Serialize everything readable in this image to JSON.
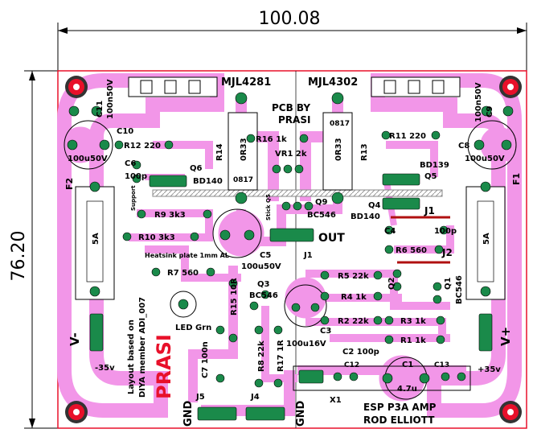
{
  "board": {
    "width_label": "100.08",
    "height_label": "76.20",
    "title": "PCB BY\nPRASI",
    "footer_line1": "ESP P3A AMP",
    "footer_line2": "ROD ELLIOTT",
    "credit_line1": "Layout based on",
    "credit_line2": "DIYA member ADI_007",
    "logo": "PRASI",
    "heatsink_note": "Heatsink plate 1mm AL",
    "support_note": "Support",
    "stick_note": "Stick Q5"
  },
  "labels": {
    "mjl4281": "MJL4281",
    "mjl4302": "MJL4302",
    "c11": "C11",
    "c11_val": "100n50V",
    "c9": "C9",
    "c9_val": "100n50V",
    "c10": "C10",
    "c10_val": "100u50V",
    "c8": "C8",
    "c8_val": "100u50V",
    "r12": "R12 220",
    "r11": "R11 220",
    "c6": "C6",
    "c6_val": "100p",
    "q6": "Q6",
    "q6_val": "BD140",
    "r14": "R14",
    "r14_val": "0R33",
    "r13": "R13",
    "r13_val": "0R33",
    "r16": "R16 1k",
    "vr1": "VR1 2k",
    "q5": "Q5",
    "q5_val": "BD139",
    "q9": "Q9",
    "q9_val": "BC546",
    "q4": "Q4",
    "q4_val": "BD140",
    "j1": "J1",
    "j2": "J2",
    "c4": "C4",
    "c4_val": "100p",
    "r9": "R9 3k3",
    "r10": "R10 3k3",
    "out": "OUT",
    "j1b": "J1",
    "r6": "R6 560",
    "c5": "C5",
    "c5_val": "100u50V",
    "r7": "R7 560",
    "r5": "R5 22k",
    "r4": "R4 1k",
    "q3": "Q3",
    "q3_val": "BC546",
    "r15": "R15 10R",
    "q2": "Q2",
    "q1": "Q1",
    "q1_val": "BC546",
    "led": "LED Grn",
    "c3": "C3",
    "c3_val": "100u16V",
    "r2": "R2 22k",
    "r3": "R3 1k",
    "r1": "R1 1k",
    "c7": "C7 100n",
    "r8": "R8 22k",
    "r17": "R17 1R",
    "c2": "C2 100p",
    "c12": "C12",
    "c1": "C1",
    "c1_val": "4.7u",
    "c13": "C13",
    "x1": "X1",
    "j5": "J5",
    "j4": "J4",
    "gnd1": "GND",
    "gnd2": "GND",
    "f1": "F1",
    "f2": "F2",
    "fuse_a": "5A",
    "fuse_b": "5A",
    "vminus": "V-",
    "vplus": "V+",
    "minus35": "-35v",
    "plus35": "+35v",
    "bd_a": "0817",
    "bd_b": "0817"
  },
  "colors": {
    "copper": "#f296e8",
    "pad": "#1a8a4a",
    "edge": "#e8102a",
    "jumper": "#b01010"
  }
}
